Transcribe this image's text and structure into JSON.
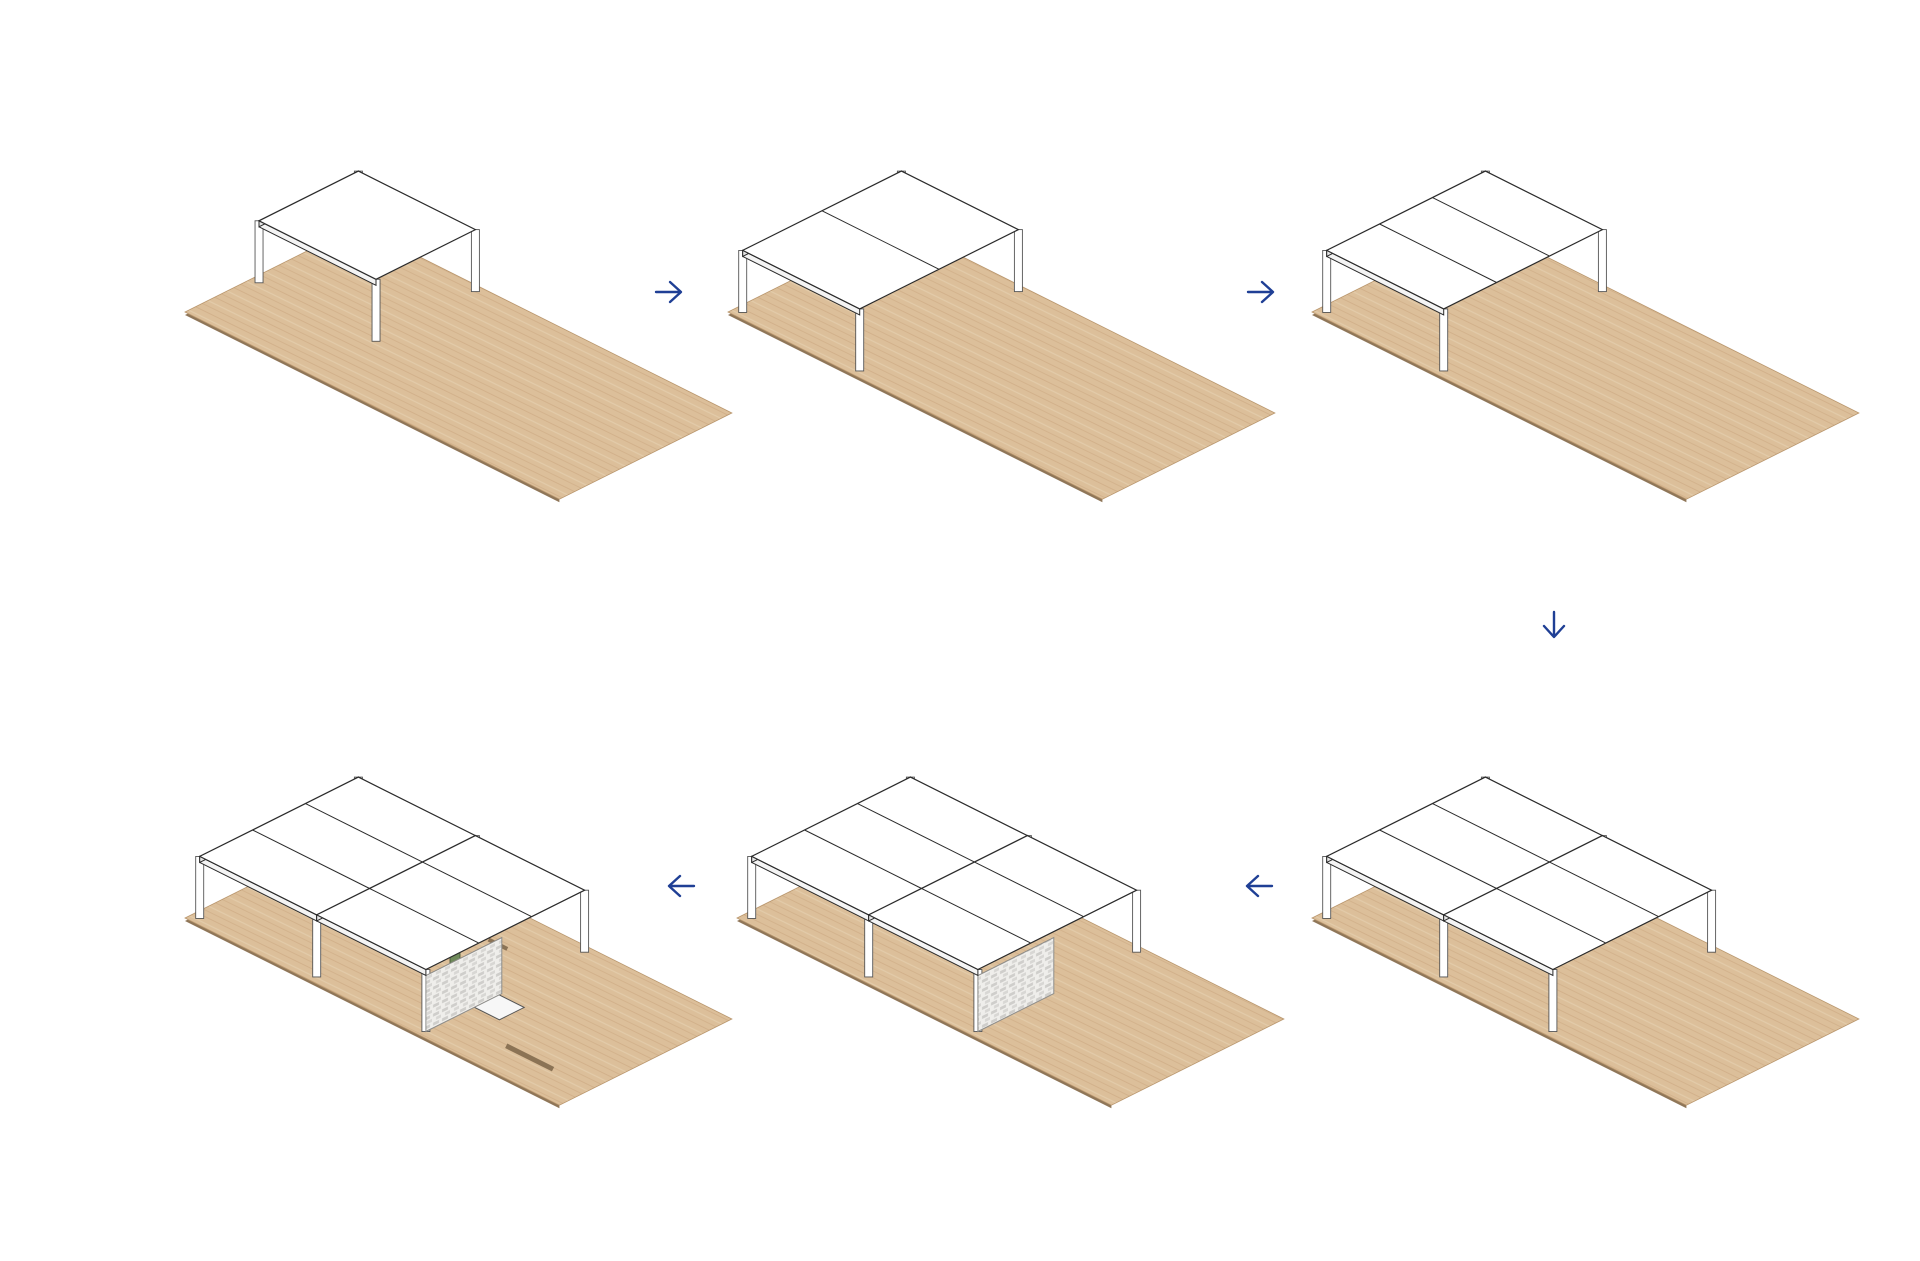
{
  "diagram": {
    "kind": "assembly-sequence",
    "stages": [
      {
        "id": 1,
        "modules": 1,
        "walls": false,
        "furniture": false
      },
      {
        "id": 2,
        "modules": 2,
        "walls": false,
        "furniture": false
      },
      {
        "id": 3,
        "modules": 3,
        "walls": false,
        "furniture": false
      },
      {
        "id": 4,
        "modules": 6,
        "walls": false,
        "furniture": false
      },
      {
        "id": 5,
        "modules": 6,
        "walls": true,
        "furniture": false
      },
      {
        "id": 6,
        "modules": 6,
        "walls": true,
        "furniture": true
      }
    ],
    "arrows": [
      {
        "from": 1,
        "to": 2,
        "direction": "right"
      },
      {
        "from": 2,
        "to": 3,
        "direction": "right"
      },
      {
        "from": 3,
        "to": 4,
        "direction": "down"
      },
      {
        "from": 4,
        "to": 5,
        "direction": "left"
      },
      {
        "from": 5,
        "to": 6,
        "direction": "left"
      }
    ],
    "colors": {
      "arrow": "#1f3f95",
      "deck": "#dcbf9a",
      "deck_grain": "#c8a57e",
      "deck_edge": "#8f7658",
      "roof": "#ffffff",
      "roof_edge": "#2b2b2b",
      "post": "#ffffff",
      "post_edge": "#555555",
      "screen": "#ecebe8",
      "screen_pattern": "#c6c5c2",
      "chair_red": "#a2333a",
      "plant_green": "#6f8a5a"
    }
  }
}
